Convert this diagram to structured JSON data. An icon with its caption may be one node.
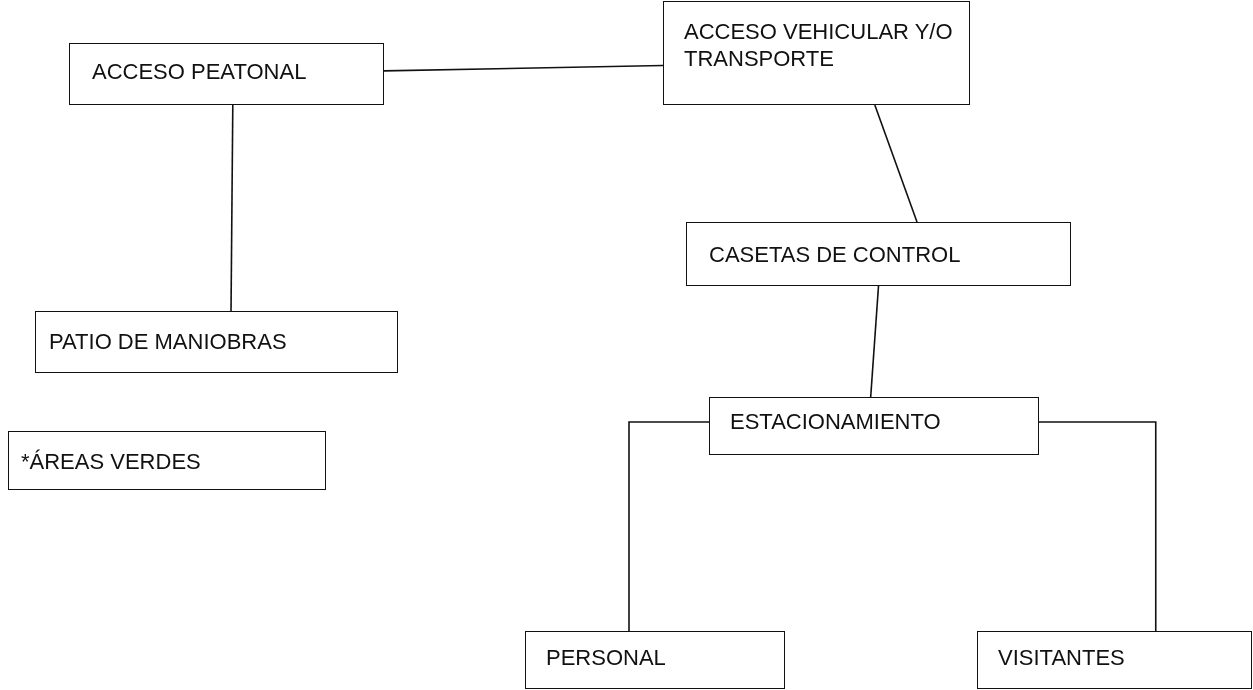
{
  "diagram": {
    "nodes": [
      {
        "text": [
          "ACCESO PEATONAL"
        ]
      },
      {
        "text": [
          "ACCESO VEHICULAR Y/O TRANSPORTE"
        ]
      },
      {
        "text": [
          "PATIO DE MANIOBRAS"
        ]
      },
      {
        "text": [
          "*ÁREAS VERDES"
        ]
      },
      {
        "text": [
          "CASETAS DE CONTROL"
        ]
      },
      {
        "text": [
          "ESTACIONAMIENTO"
        ]
      },
      {
        "text": [
          "PERSONAL"
        ]
      },
      {
        "text": [
          "VISITANTES"
        ]
      }
    ],
    "edges": [
      {
        "from": 0,
        "to": 1,
        "arrow": "none"
      },
      {
        "from": 0,
        "to": 2,
        "arrow": "none"
      },
      {
        "from": 1,
        "to": 4,
        "arrow": "none"
      },
      {
        "from": 4,
        "to": 5,
        "arrow": "none"
      },
      {
        "from": 5,
        "to": 6,
        "arrow": "none"
      },
      {
        "from": 5,
        "to": 7,
        "arrow": "none"
      }
    ]
  }
}
